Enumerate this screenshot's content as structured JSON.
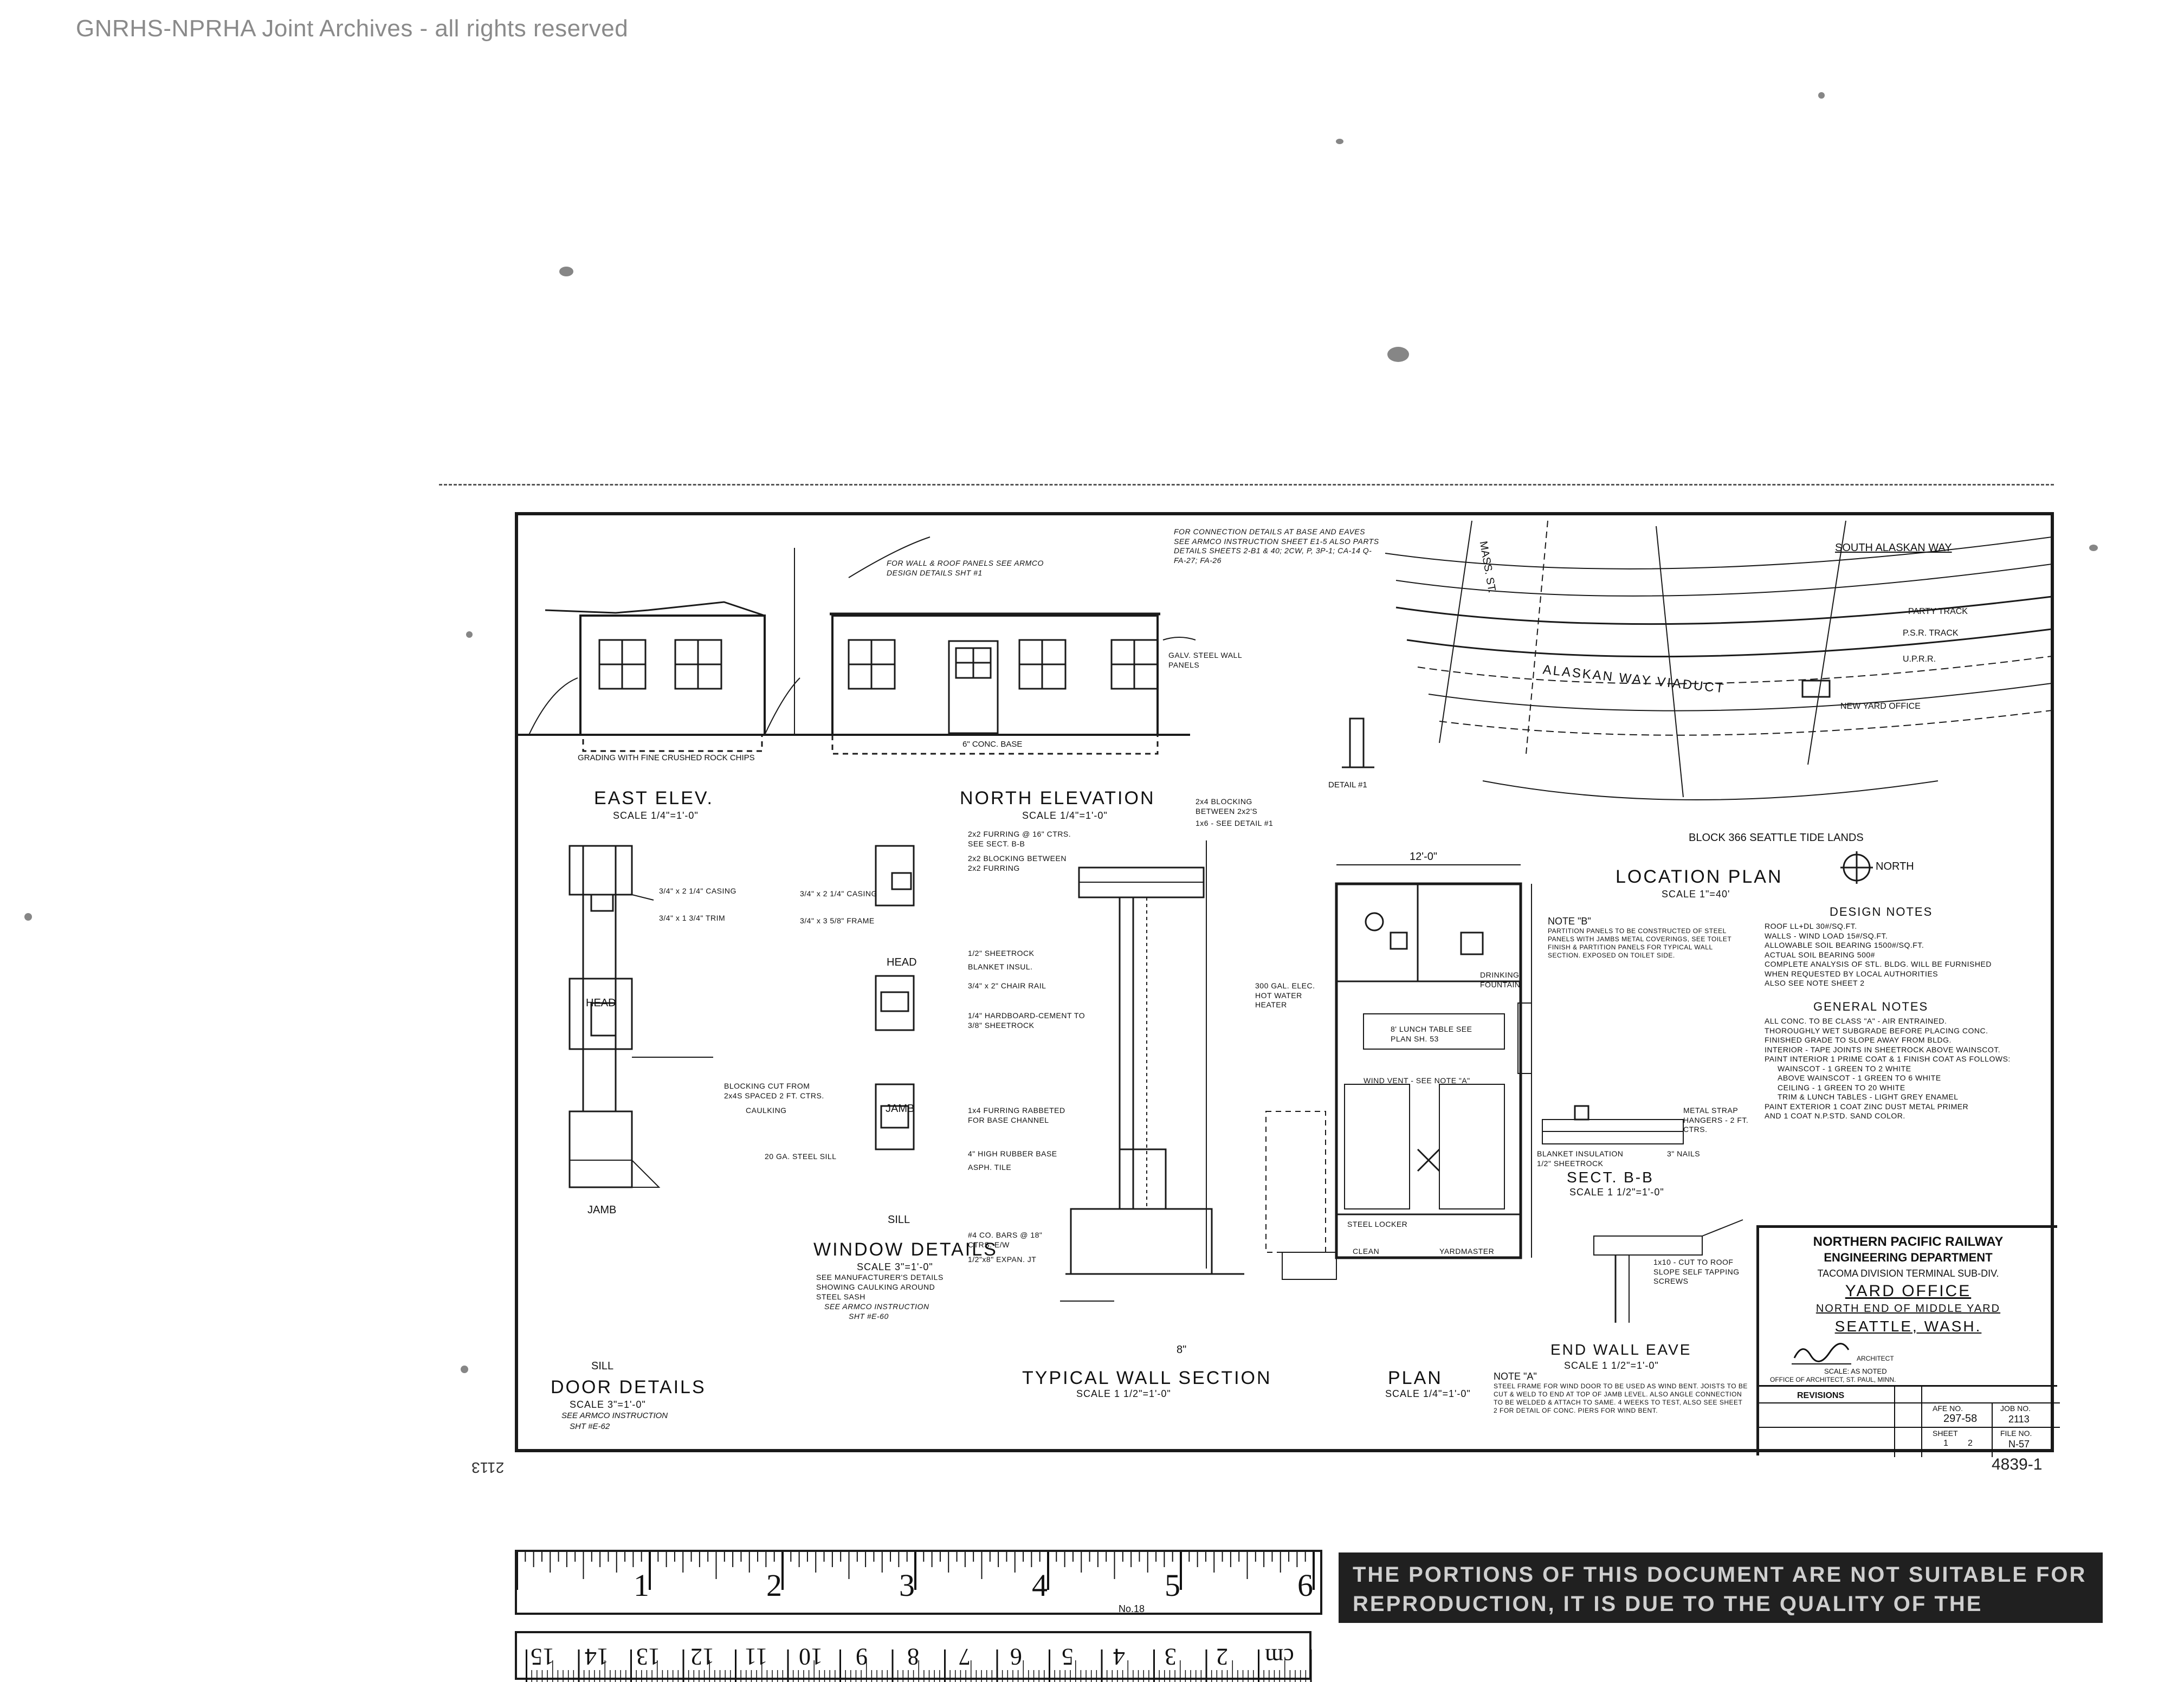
{
  "watermark": "GNRHS-NPRHA Joint Archives - all rights reserved",
  "drawing": {
    "east_elev": {
      "title": "EAST ELEV.",
      "scale": "SCALE 1/4\"=1'-0\"",
      "grading": "GRADING WITH FINE CRUSHED ROCK CHIPS"
    },
    "north_elev": {
      "title": "NORTH ELEVATION",
      "scale": "SCALE 1/4\"=1'-0\"",
      "note": "FOR WALL & ROOF PANELS SEE ARMCO DESIGN DETAILS SHT #1",
      "panels": "GALV. STEEL WALL PANELS",
      "base": "6\" CONC. BASE",
      "detail": "DETAIL #1"
    },
    "connection_note": "FOR CONNECTION DETAILS AT BASE AND EAVES SEE ARMCO INSTRUCTION SHEET E1-5 ALSO PARTS DETAILS SHEETS 2-B1 & 40; 2CW, P, 3P-1; CA-14 Q-FA-27; FA-26",
    "location_plan": {
      "title": "LOCATION PLAN",
      "scale": "SCALE 1\"=40'",
      "street1": "SOUTH ALASKAN WAY",
      "street2": "ALASKAN WAY VIADUCT",
      "street3": "MASS. ST.",
      "block": "BLOCK 366 SEATTLE TIDE LANDS",
      "north": "NORTH",
      "track1": "U.P.R.R.",
      "track2": "P.S.R. TRACK",
      "track3": "PARTY TRACK",
      "yard_office": "NEW YARD OFFICE"
    },
    "door_details": {
      "title": "DOOR DETAILS",
      "scale": "SCALE 3\"=1'-0\"",
      "note1": "SEE ARMCO INSTRUCTION",
      "note2": "SHT #E-62",
      "head": "HEAD",
      "jamb": "JAMB",
      "sill": "SILL",
      "casing": "3/4\" x 2 1/4\" CASING",
      "trim": "3/4\" x 1 3/4\" TRIM",
      "blocking": "BLOCKING CUT FROM 2x4S SPACED 2 FT. CTRS.",
      "caulking": "CAULKING",
      "steel_sill": "20 GA. STEEL SILL"
    },
    "window_details": {
      "title": "WINDOW DETAILS",
      "scale": "SCALE 3\"=1'-0\"",
      "note1": "SEE MANUFACTURER'S DETAILS",
      "note2": "SHOWING CAULKING AROUND",
      "note3": "STEEL SASH",
      "note4": "SEE ARMCO INSTRUCTION",
      "note5": "SHT #E-60",
      "head": "HEAD",
      "jamb": "JAMB",
      "sill": "SILL",
      "casing": "3/4\" x 2 1/4\" CASING",
      "frame": "3/4\" x 3 5/8\" FRAME"
    },
    "wall_section": {
      "title": "TYPICAL WALL SECTION",
      "scale": "SCALE 1 1/2\"=1'-0\"",
      "n1": "2x2 FURRING @ 16\" CTRS. SEE SECT. B-B",
      "n2": "2x2 BLOCKING BETWEEN 2x2 FURRING",
      "n3": "1/2\" SHEETROCK",
      "n4": "BLANKET INSUL.",
      "n5": "3/4\" x 2\" CHAIR RAIL",
      "n6": "1/4\" HARDBOARD-CEMENT TO 3/8\" SHEETROCK",
      "n7": "1x4 FURRING RABBETED FOR BASE CHANNEL",
      "n8": "4\" HIGH RUBBER BASE",
      "n9": "ASPH. TILE",
      "n10": "#4 CO. BARS @ 18\" CTRS. E/W",
      "n11": "1/2\"x8\" EXPAN. JT",
      "n12": "2x4 BLOCKING BETWEEN 2x2'S",
      "n13": "1x6 - SEE DETAIL #1",
      "dim": "8\""
    },
    "plan": {
      "title": "PLAN",
      "scale": "SCALE 1/4\"=1'-0\"",
      "width": "12'-0\"",
      "lunch": "8' LUNCH TABLE SEE PLAN SH. 53",
      "locker": "STEEL LOCKER",
      "heater": "300 GAL. ELEC. HOT WATER HEATER",
      "drinking": "DRINKING FOUNTAIN",
      "yardmaster": "YARDMASTER",
      "clean": "CLEAN",
      "duct": "WIND VENT - SEE NOTE \"A\""
    },
    "sect_bb": {
      "title": "SECT. B-B",
      "scale": "SCALE 1 1/2\"=1'-0\"",
      "insul": "BLANKET INSULATION",
      "rock": "1/2\" SHEETROCK",
      "nails": "3\" NAILS",
      "strap": "METAL STRAP HANGERS - 2 FT. CTRS."
    },
    "end_wall": {
      "title": "END WALL EAVE",
      "scale": "SCALE 1 1/2\"=1'-0\"",
      "note": "1x10 - CUT TO ROOF SLOPE SELF TAPPING SCREWS"
    },
    "note_a": {
      "title": "NOTE \"A\"",
      "text": "STEEL FRAME FOR WIND DOOR TO BE USED AS WIND BENT. JOISTS TO BE CUT & WELD TO END AT TOP OF JAMB LEVEL. ALSO ANGLE CONNECTION TO BE WELDED & ATTACH TO SAME. 4 WEEKS TO TEST, ALSO SEE SHEET 2 FOR DETAIL OF CONC. PIERS FOR WIND BENT."
    },
    "note_b": {
      "title": "NOTE \"B\"",
      "text": "PARTITION PANELS TO BE CONSTRUCTED OF STEEL PANELS WITH JAMBS METAL COVERINGS, SEE TOILET FINISH & PARTITION PANELS FOR TYPICAL WALL SECTION. EXPOSED ON TOILET SIDE."
    },
    "design_notes": {
      "title": "DESIGN NOTES",
      "lines": [
        "ROOF LL+DL 30#/SQ.FT.",
        "WALLS - WIND LOAD 15#/SQ.FT.",
        "ALLOWABLE SOIL BEARING 1500#/SQ.FT.",
        "ACTUAL SOIL BEARING 500#",
        "COMPLETE ANALYSIS OF STL. BLDG. WILL BE FURNISHED",
        "WHEN REQUESTED BY LOCAL AUTHORITIES",
        "ALSO SEE NOTE SHEET 2"
      ]
    },
    "general_notes": {
      "title": "GENERAL NOTES",
      "lines": [
        "ALL CONC. TO BE CLASS \"A\" - AIR ENTRAINED.",
        "THOROUGHLY WET SUBGRADE BEFORE PLACING CONC.",
        "FINISHED GRADE TO SLOPE AWAY FROM BLDG.",
        "INTERIOR - TAPE JOINTS IN SHEETROCK ABOVE WAINSCOT.",
        "PAINT INTERIOR 1 PRIME COAT & 1 FINISH COAT AS FOLLOWS:",
        "WAINSCOT - 1 GREEN TO 2 WHITE",
        "ABOVE WAINSCOT - 1 GREEN TO 6 WHITE",
        "CEILING - 1 GREEN TO 20 WHITE",
        "TRIM & LUNCH TABLES - LIGHT GREY ENAMEL",
        "PAINT EXTERIOR 1 COAT ZINC DUST METAL PRIMER",
        "AND 1 COAT N.P.STD. SAND COLOR."
      ]
    }
  },
  "title_block": {
    "company": "NORTHERN PACIFIC RAILWAY",
    "dept": "ENGINEERING DEPARTMENT",
    "division": "TACOMA DIVISION TERMINAL SUB-DIV.",
    "title": "YARD OFFICE",
    "subtitle": "NORTH END OF MIDDLE YARD",
    "city": "SEATTLE, WASH.",
    "architect": "ARCHITECT",
    "scale": "SCALE: AS NOTED",
    "office": "OFFICE OF ARCHITECT, ST. PAUL, MINN.",
    "revisions": "REVISIONS",
    "afe_label": "AFE NO.",
    "afe": "297-58",
    "job_label": "JOB NO.",
    "job": "2113",
    "sheet_label": "SHEET",
    "sheet": "1",
    "of": "2",
    "file_label": "FILE NO.",
    "file": "N-57"
  },
  "sheet_number": "4839-1",
  "ruler_top": {
    "numbers": [
      "1",
      "2",
      "3",
      "4",
      "5",
      "6"
    ],
    "mark": "No.18"
  },
  "ruler_bottom": {
    "numbers": [
      "cm",
      "2",
      "3",
      "4",
      "5",
      "6",
      "7",
      "8",
      "9",
      "10",
      "11",
      "12",
      "13",
      "14",
      "15"
    ]
  },
  "notice": "THE PORTIONS OF THIS DOCUMENT ARE NOT SUITABLE FOR REPRODUCTION, IT IS DUE TO THE QUALITY OF THE ORIGINAL."
}
